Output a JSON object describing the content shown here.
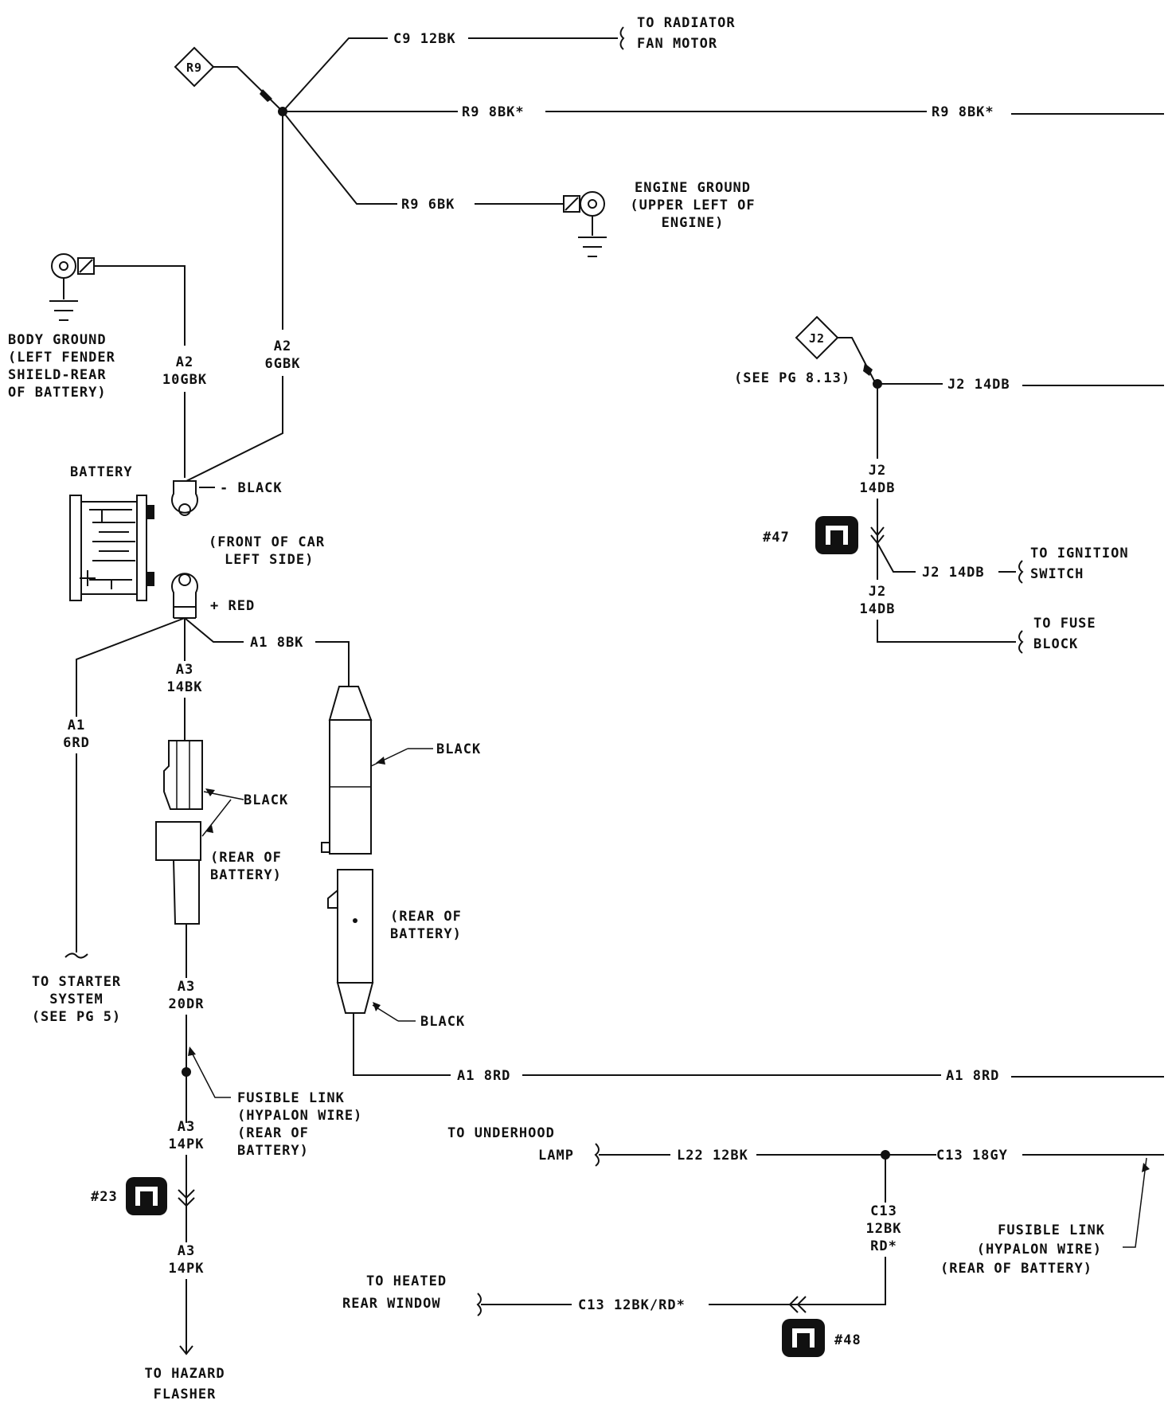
{
  "nodes": {
    "r9": "R9",
    "j2": "J2"
  },
  "wires": {
    "c9_12bk": "C9 12BK",
    "r9_8bk_a": "R9 8BK*",
    "r9_8bk_b": "R9 8BK*",
    "r9_6bk": "R9 6BK",
    "a2_10gbk_a": "A2",
    "a2_10gbk_b": "10GBK",
    "a2_6gbk_a": "A2",
    "a2_6gbk_b": "6GBK",
    "j2_14db_h": "J2 14DB",
    "j2_14db_v1a": "J2",
    "j2_14db_v1b": "14DB",
    "j2_14db_ign": "J2 14DB",
    "j2_14db_v2a": "J2",
    "j2_14db_v2b": "14DB",
    "a1_8bk": "A1 8BK",
    "a3_14bk_a": "A3",
    "a3_14bk_b": "14BK",
    "a1_6rd_a": "A1",
    "a1_6rd_b": "6RD",
    "a3_20dr_a": "A3",
    "a3_20dr_b": "20DR",
    "a3_14pk1_a": "A3",
    "a3_14pk1_b": "14PK",
    "a3_14pk2_a": "A3",
    "a3_14pk2_b": "14PK",
    "a1_8rd_a": "A1 8RD",
    "a1_8rd_b": "A1 8RD",
    "l22_12bk": "L22 12BK",
    "c13_18gy": "C13 18GY",
    "c13_v_a": "C13",
    "c13_v_b": "12BK",
    "c13_v_c": "RD*",
    "c13_12bkrd": "C13 12BK/RD*"
  },
  "labels": {
    "radiator_1": "TO RADIATOR",
    "radiator_2": "FAN MOTOR",
    "eng_gnd_1": "ENGINE GROUND",
    "eng_gnd_2": "(UPPER LEFT OF",
    "eng_gnd_3": "ENGINE)",
    "body_gnd_1": "BODY GROUND",
    "body_gnd_2": "(LEFT FENDER",
    "body_gnd_3": "SHIELD-REAR",
    "body_gnd_4": "OF BATTERY)",
    "see_pg_813": "(SEE PG 8.13)",
    "battery": "BATTERY",
    "neg_black": "- BLACK",
    "front_1": "(FRONT OF CAR",
    "front_2": "LEFT SIDE)",
    "pos_red": "+ RED",
    "conn_47": "#47",
    "ign_1": "TO IGNITION",
    "ign_2": "SWITCH",
    "fuse_1": "TO FUSE",
    "fuse_2": "BLOCK",
    "black_1": "BLACK",
    "black_2": "BLACK",
    "black_3": "BLACK",
    "rear_batt_1a": "(REAR OF",
    "rear_batt_1b": "BATTERY)",
    "rear_batt_2a": "(REAR OF",
    "rear_batt_2b": "BATTERY)",
    "starter_1": "TO STARTER",
    "starter_2": "SYSTEM",
    "starter_3": "(SEE PG 5)",
    "fl1_1": "FUSIBLE LINK",
    "fl1_2": "(HYPALON WIRE)",
    "fl1_3": "(REAR OF",
    "fl1_4": "BATTERY)",
    "underhood_1": "TO UNDERHOOD",
    "underhood_2": "LAMP",
    "fl2_1": "FUSIBLE LINK",
    "fl2_2": "(HYPALON WIRE)",
    "fl2_3": "(REAR OF BATTERY)",
    "conn_23": "#23",
    "heated_1": "TO HEATED",
    "heated_2": "REAR WINDOW",
    "conn_48": "#48",
    "hazard_1": "TO HAZARD",
    "hazard_2": "FLASHER"
  }
}
